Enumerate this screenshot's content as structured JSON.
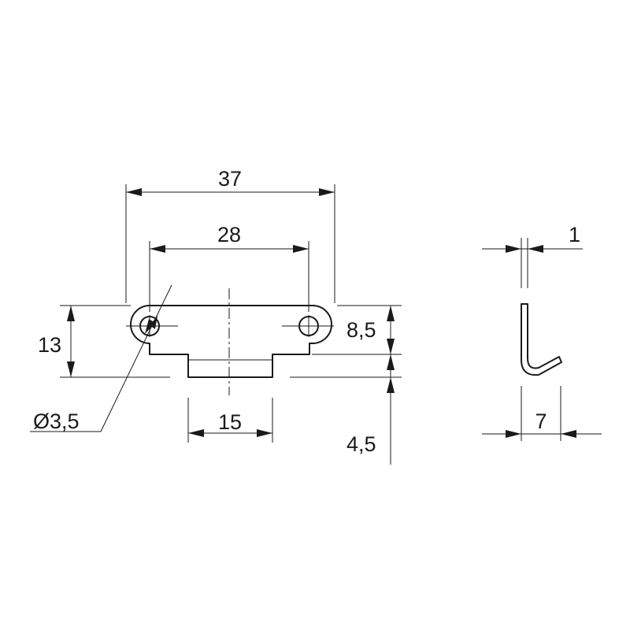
{
  "dimensions": {
    "overall_length": "37",
    "hole_spacing": "28",
    "height": "13",
    "hole_diameter": "Ø3,5",
    "tab_width": "15",
    "flange_height": "8,5",
    "tab_height": "4,5",
    "thickness": "1",
    "side_depth": "7"
  },
  "colors": {
    "line": "#1a1a1a",
    "background": "#ffffff"
  }
}
